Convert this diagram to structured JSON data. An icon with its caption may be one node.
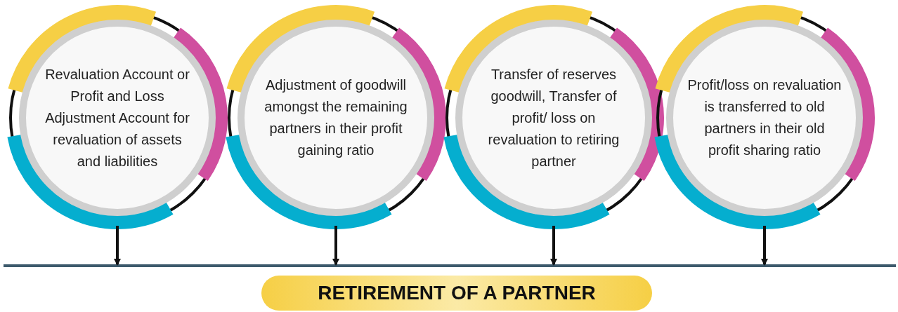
{
  "diagram": {
    "nodes": [
      {
        "text": [
          "Revaluation Account or Profit and Loss Adjustment Account for revaluation of assets and liabilities"
        ]
      },
      {
        "text": [
          "Adjustment of goodwill amongst the remaining partners in their profit gaining ratio"
        ]
      },
      {
        "text": [
          "Transfer of reserves goodwill, Transfer of profit/ loss on revaluation to retiring partner"
        ]
      },
      {
        "text": [
          "Profit/loss on revaluation is transferred to old partners in their old profit sharing ratio"
        ]
      },
      {
        "text": [],
        "shape": "bar"
      },
      {
        "text": [
          "RETIREMENT OF A PARTNER"
        ]
      }
    ],
    "edges": [
      {
        "from": 0,
        "to": 4,
        "arrow": "to"
      },
      {
        "from": 1,
        "to": 4,
        "arrow": "to"
      },
      {
        "from": 2,
        "to": 4,
        "arrow": "to"
      },
      {
        "from": 3,
        "to": 4,
        "arrow": "to"
      }
    ]
  }
}
